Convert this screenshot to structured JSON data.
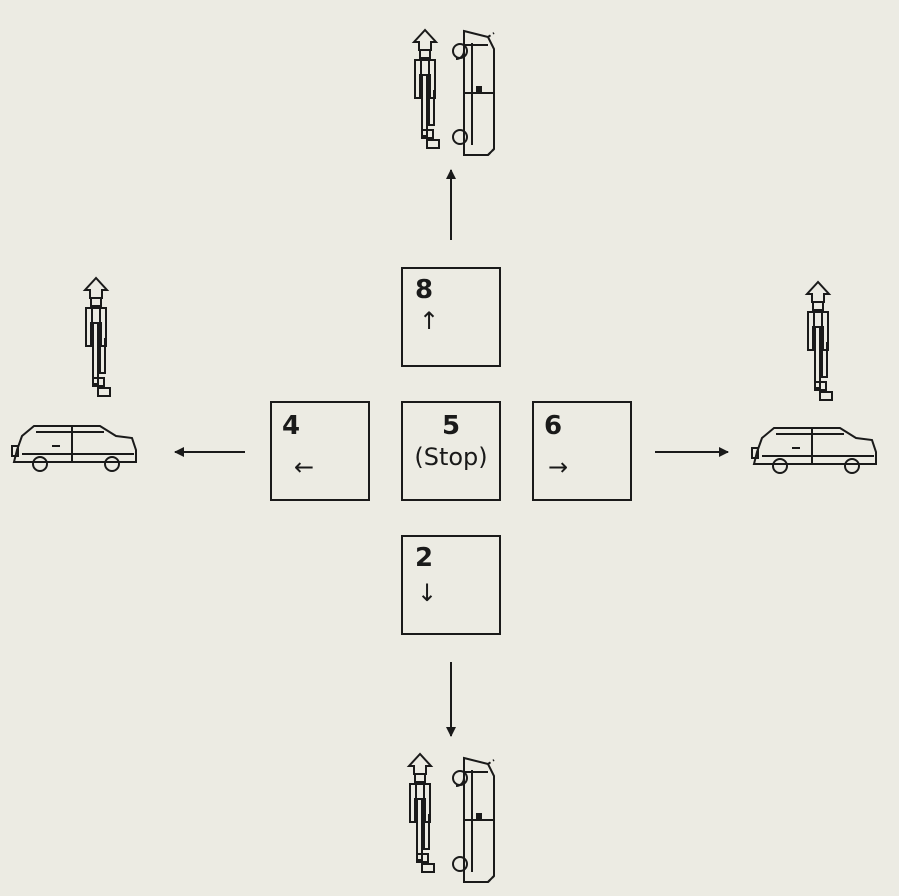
{
  "keys": {
    "up": {
      "number": "8",
      "arrow": "↑"
    },
    "left": {
      "number": "4",
      "arrow": "←"
    },
    "center": {
      "number": "5",
      "label": "(Stop)"
    },
    "right": {
      "number": "6",
      "arrow": "→"
    },
    "down": {
      "number": "2",
      "arrow": "↓"
    }
  },
  "colors": {
    "background": "#ecebe3",
    "ink": "#1a1a1a"
  }
}
